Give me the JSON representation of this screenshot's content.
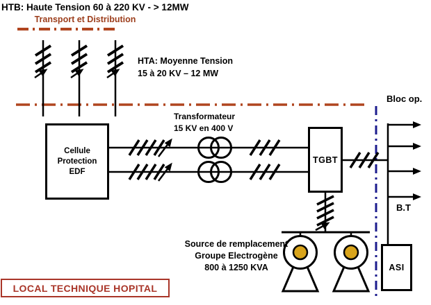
{
  "diagram": {
    "htb_title": "HTB: Haute Tension 60 à 220 KV - > 12MW",
    "transport_subtitle": "Transport et Distribution",
    "hta_label_line1": "HTA: Moyenne Tension",
    "hta_label_line2": "15 à 20 KV – 12 MW",
    "transformer_label_line1": "Transformateur",
    "transformer_label_line2": "15 KV en 400 V",
    "cellule_box_line1": "Cellule",
    "cellule_box_line2": "Protection",
    "cellule_box_line3": "EDF",
    "tgbt_box_label": "TGBT",
    "bloc_op_label": "Bloc op.",
    "bt_label": "B.T",
    "asi_box_label": "ASI",
    "source_label_line1": "Source de remplacement",
    "source_label_line2": "Groupe Electrogène",
    "source_label_line3": "800 à 1250 KVA",
    "footer_box_label": "LOCAL TECHNIQUE HOPITAL"
  },
  "colors": {
    "boundary_line_red": "#b0451f",
    "transport_text_red": "#9c3e1c",
    "hospital_boundary_blue": "#1c1c8e",
    "generator_rotor_yellow": "#d9a41b",
    "footer_red": "#a93528",
    "diagram_black": "#000000"
  }
}
